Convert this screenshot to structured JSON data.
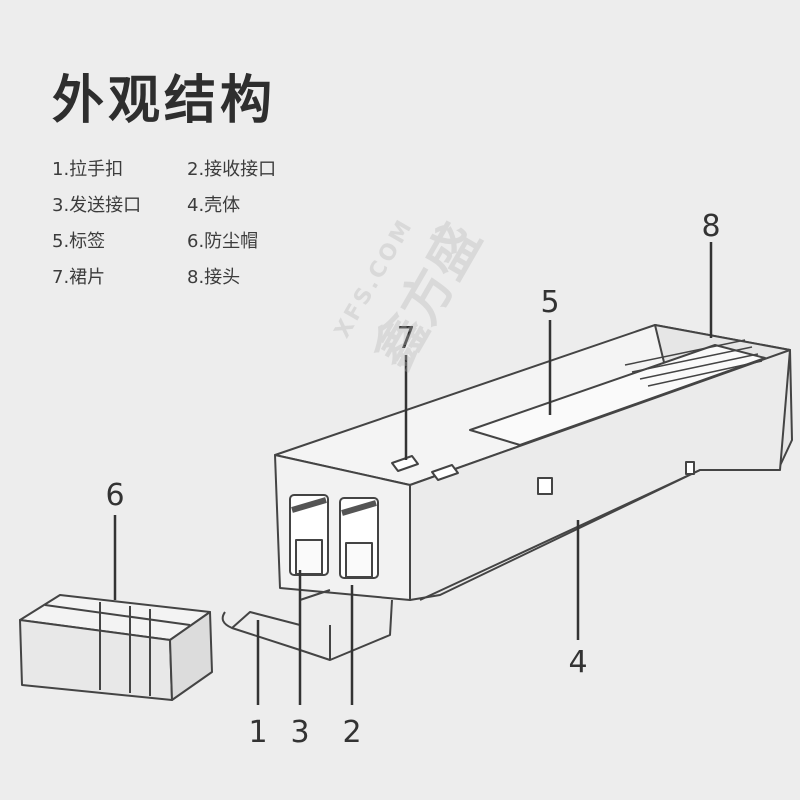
{
  "title": "外观结构",
  "legend": [
    "1.拉手扣",
    "2.接收接口",
    "3.发送接口",
    "4.壳体",
    "5.标签",
    "6.防尘帽",
    "7.裙片",
    "8.接头"
  ],
  "callouts": [
    "1",
    "2",
    "3",
    "4",
    "5",
    "6",
    "7",
    "8"
  ],
  "watermark": {
    "brand": "鑫方盛",
    "site": "XFS.COM"
  }
}
